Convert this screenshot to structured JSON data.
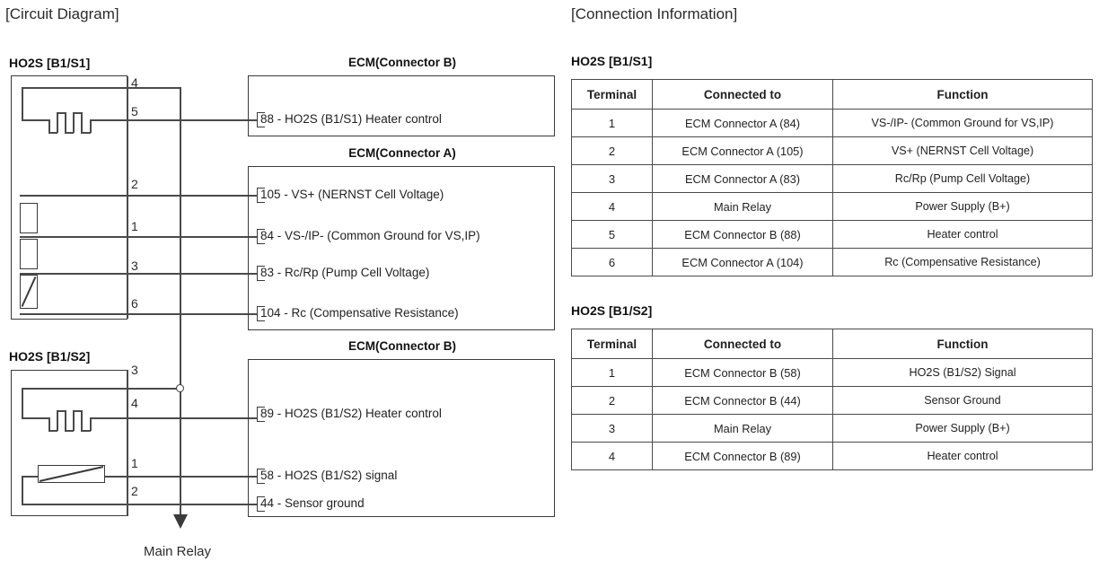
{
  "headers": {
    "circuit": "[Circuit Diagram]",
    "connection": "[Connection Information]"
  },
  "circuit": {
    "sensor1": {
      "title": "HO2S [B1/S1]",
      "pins": [
        "4",
        "5",
        "2",
        "1",
        "3",
        "6"
      ],
      "elements": [
        "heater-coil",
        "cell-rect-1",
        "cell-rect-2",
        "resistor-diagonal"
      ]
    },
    "sensor2": {
      "title": "HO2S [B1/S2]",
      "pins": [
        "3",
        "4",
        "1",
        "2"
      ],
      "elements": [
        "heater-coil",
        "resistor-slanted"
      ]
    },
    "ecm_b_top": {
      "title": "ECM(Connector B)",
      "pins": [
        {
          "number": "88",
          "label": "88 - HO2S (B1/S1) Heater control"
        }
      ]
    },
    "ecm_a": {
      "title": "ECM(Connector A)",
      "pins": [
        {
          "number": "105",
          "label": "105 - VS+ (NERNST Cell Voltage)"
        },
        {
          "number": "84",
          "label": "84 - VS-/IP- (Common Ground for VS,IP)"
        },
        {
          "number": "83",
          "label": "83 - Rc/Rp (Pump Cell Voltage)"
        },
        {
          "number": "104",
          "label": "104 - Rc (Compensative Resistance)"
        }
      ]
    },
    "ecm_b_bottom": {
      "title": "ECM(Connector B)",
      "pins": [
        {
          "number": "89",
          "label": "89 - HO2S (B1/S2) Heater control"
        },
        {
          "number": "58",
          "label": "58 - HO2S (B1/S2) signal"
        },
        {
          "number": "44",
          "label": "44 - Sensor ground"
        }
      ]
    },
    "main_relay_label": "Main Relay"
  },
  "tables": {
    "s1": {
      "title": "HO2S [B1/S1]",
      "columns": [
        "Terminal",
        "Connected to",
        "Function"
      ],
      "rows": [
        [
          "1",
          "ECM Connector A (84)",
          "VS-/IP- (Common Ground for VS,IP)"
        ],
        [
          "2",
          "ECM Connector A (105)",
          "VS+ (NERNST Cell Voltage)"
        ],
        [
          "3",
          "ECM Connector A (83)",
          "Rc/Rp (Pump Cell Voltage)"
        ],
        [
          "4",
          "Main Relay",
          "Power Supply (B+)"
        ],
        [
          "5",
          "ECM Connector B (88)",
          "Heater control"
        ],
        [
          "6",
          "ECM Connector A (104)",
          "Rc (Compensative Resistance)"
        ]
      ]
    },
    "s2": {
      "title": "HO2S [B1/S2]",
      "columns": [
        "Terminal",
        "Connected to",
        "Function"
      ],
      "rows": [
        [
          "1",
          "ECM Connector B (58)",
          "HO2S (B1/S2) Signal"
        ],
        [
          "2",
          "ECM Connector B (44)",
          "Sensor Ground"
        ],
        [
          "3",
          "Main Relay",
          "Power Supply (B+)"
        ],
        [
          "4",
          "ECM Connector B (89)",
          "Heater control"
        ]
      ]
    }
  },
  "colors": {
    "line": "#4a4a4a",
    "text": "#1f1f1f",
    "background": "#ffffff"
  }
}
